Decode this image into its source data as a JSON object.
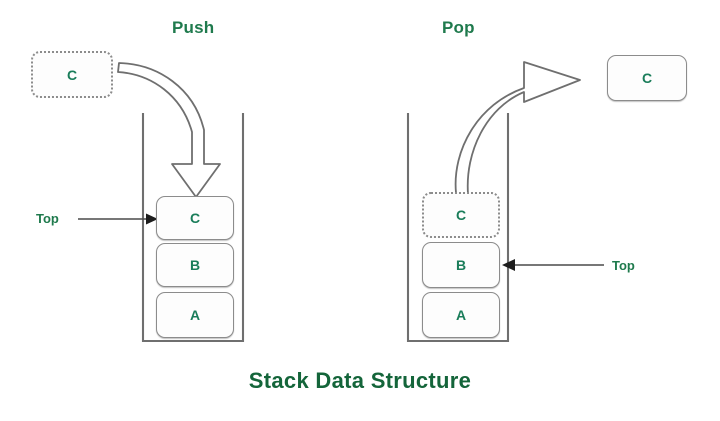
{
  "diagram": {
    "title": "Stack Data Structure",
    "title_color": "#14653a",
    "accent_color": "#1f7a4d",
    "letter_color": "#1a7d5a",
    "outline_color": "#8c8c8c",
    "background": "#ffffff"
  },
  "push": {
    "label": "Push",
    "incoming_element": "C",
    "top_pointer_label": "Top",
    "arrow_name": "push-curved-arrow",
    "arrow_direction": "down-into-stack",
    "stack_items": [
      {
        "value": "C",
        "state": "solid",
        "is_top": true
      },
      {
        "value": "B",
        "state": "solid",
        "is_top": false
      },
      {
        "value": "A",
        "state": "solid",
        "is_top": false
      }
    ]
  },
  "pop": {
    "label": "Pop",
    "outgoing_element": "C",
    "top_pointer_label": "Top",
    "arrow_name": "pop-curved-arrow",
    "arrow_direction": "up-out-of-stack",
    "stack_items": [
      {
        "value": "C",
        "state": "dashed",
        "is_top": false
      },
      {
        "value": "B",
        "state": "solid",
        "is_top": true
      },
      {
        "value": "A",
        "state": "solid",
        "is_top": false
      }
    ]
  }
}
